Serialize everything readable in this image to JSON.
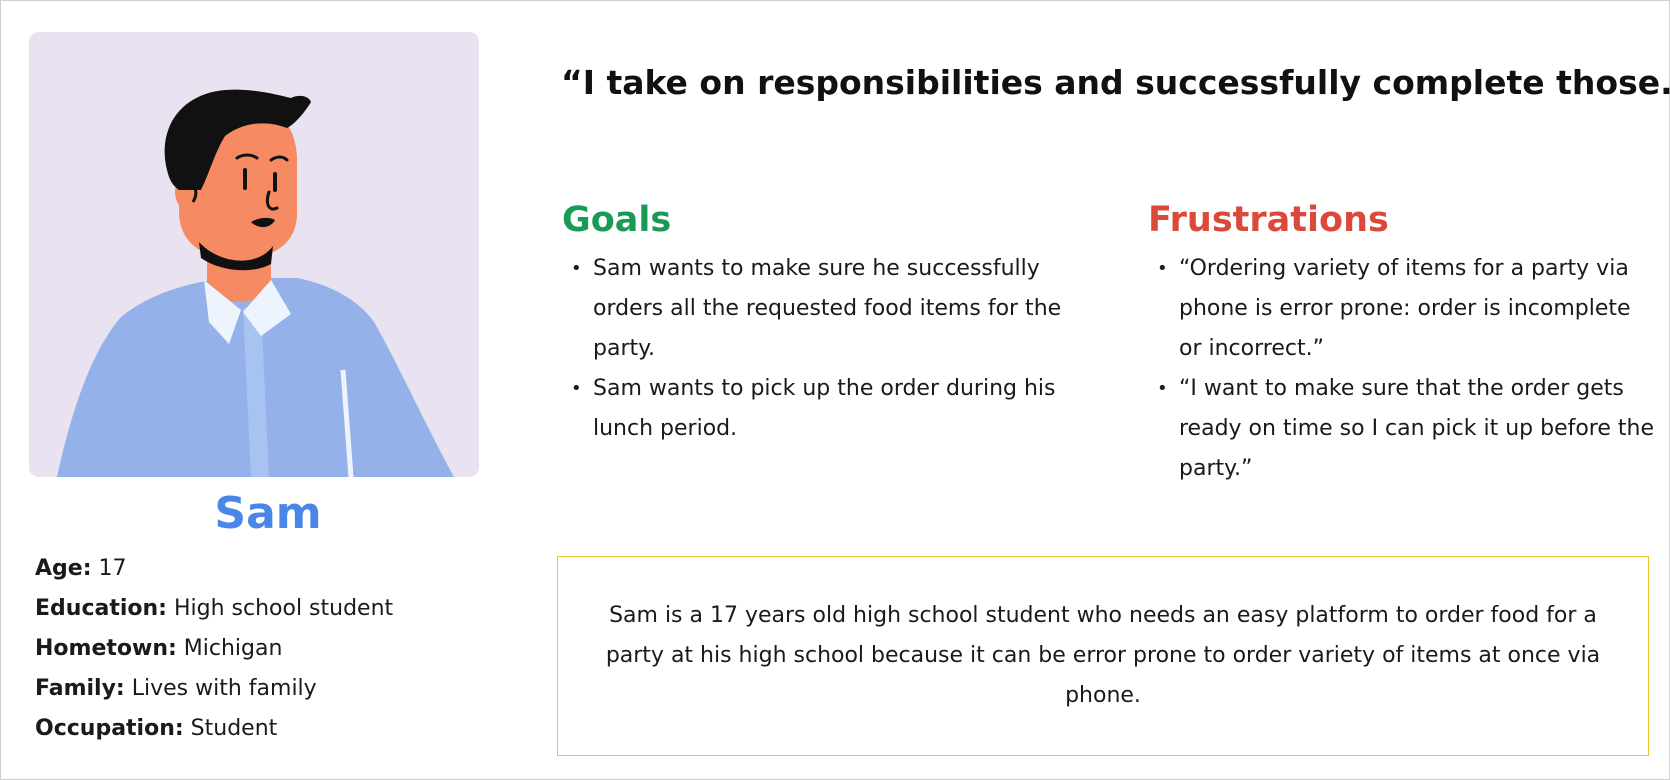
{
  "persona": {
    "name": "Sam",
    "details": [
      {
        "label": "Age:",
        "value": "17"
      },
      {
        "label": "Education:",
        "value": "High school student"
      },
      {
        "label": "Hometown:",
        "value": "Michigan"
      },
      {
        "label": "Family:",
        "value": "Lives with family"
      },
      {
        "label": "Occupation:",
        "value": "Student"
      }
    ]
  },
  "quote": "“I take on responsibilities and successfully complete those.”",
  "goals": {
    "title": "Goals",
    "items": [
      "Sam wants to make sure he successfully orders all the requested food items for the party.",
      "Sam wants to pick up the order during his lunch period."
    ]
  },
  "frustrations": {
    "title": "Frustrations",
    "items": [
      "“Ordering variety of items for a party via phone is error prone: order is incomplete or incorrect.”",
      "“I want to make sure that the order gets ready on time so I can pick it up before the party.”"
    ]
  },
  "summary": "Sam is a 17 years old high school student who needs an easy platform to order food for a party at his high school because it can be error prone to order variety of items at once via phone.",
  "colors": {
    "name": "#4a86e8",
    "goals": "#1a9b55",
    "frustrations": "#d94a3a",
    "summary_border": "#e8c32a",
    "avatar_bg": "#e8e2f1"
  },
  "icons": {
    "avatar": "person-illustration"
  }
}
